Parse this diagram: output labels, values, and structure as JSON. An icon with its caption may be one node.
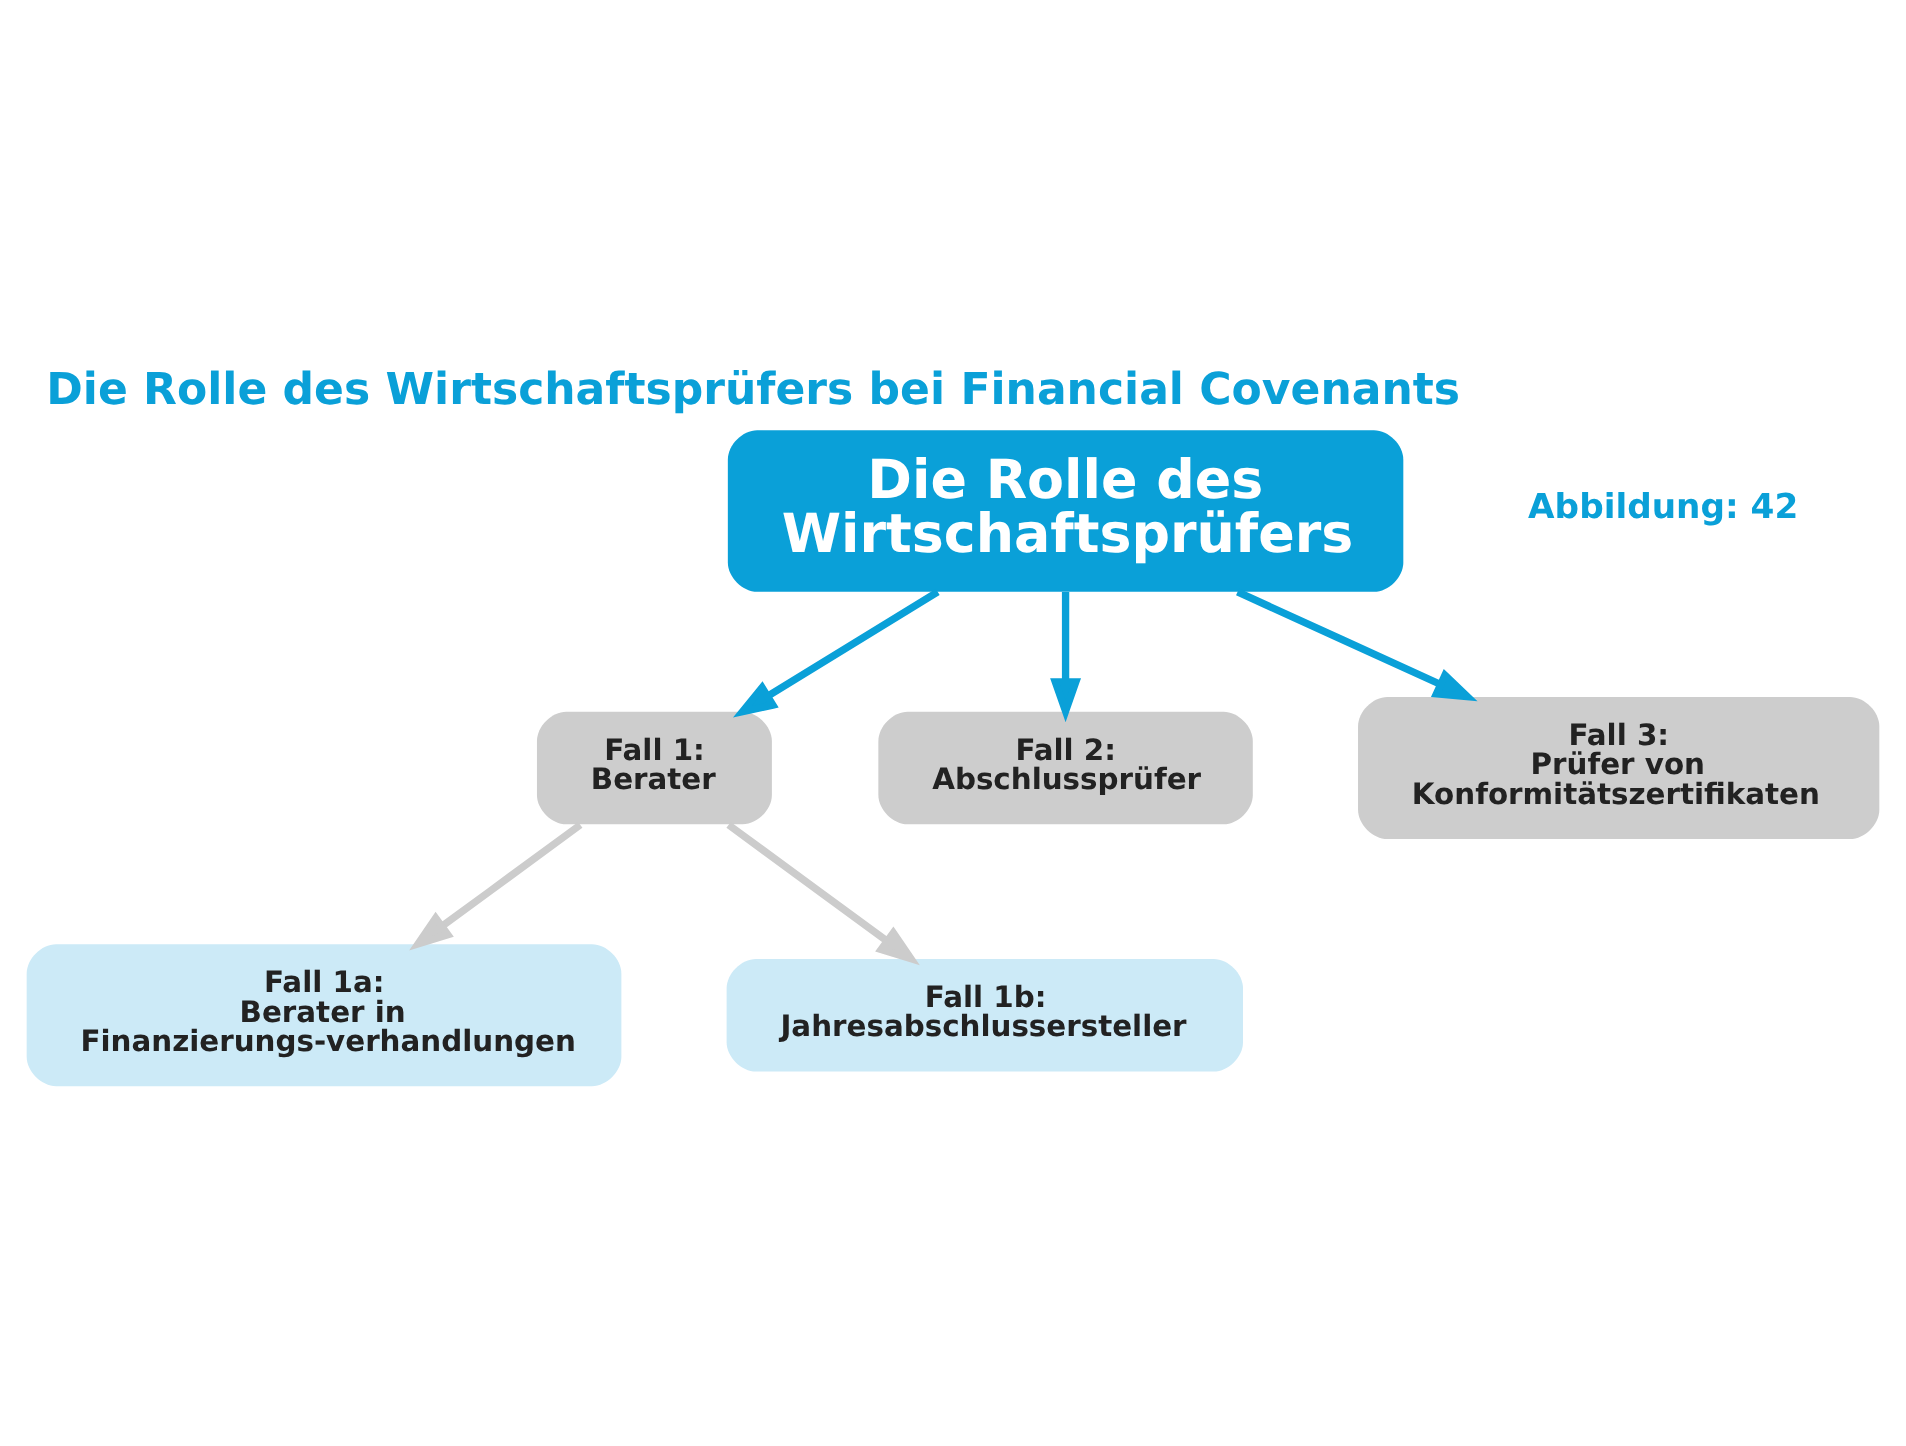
{
  "diagram": {
    "title": "Die Rolle des Wirtschaftsprüfers bei Financial Covenants",
    "nodes": [
      {
        "text": [
          "Die Rolle des Wirtschaftsprüfers"
        ]
      },
      {
        "text": [
          "Fall 1:",
          "Berater"
        ]
      },
      {
        "text": [
          "Fall 2:",
          "Abschlussprüfer"
        ]
      },
      {
        "text": [
          "Fall 3:",
          "Prüfer von Konformitätszertifikaten"
        ]
      },
      {
        "text": [
          "Fall 1a:",
          "Berater in Finanzierungs-verhandlungen"
        ]
      },
      {
        "text": [
          "Fall 1b:",
          "Jahresabschlussersteller"
        ]
      }
    ],
    "edges": [
      {
        "from": 0,
        "to": 1,
        "arrow": "to"
      },
      {
        "from": 0,
        "to": 2,
        "arrow": "to"
      },
      {
        "from": 0,
        "to": 3,
        "arrow": "to"
      },
      {
        "from": 1,
        "to": 4,
        "arrow": "to",
        "color": "#cccccc"
      },
      {
        "from": 1,
        "to": 5,
        "arrow": "to",
        "color": "#cccccc"
      }
    ],
    "labels": [
      "Abbildung: 42"
    ]
  }
}
